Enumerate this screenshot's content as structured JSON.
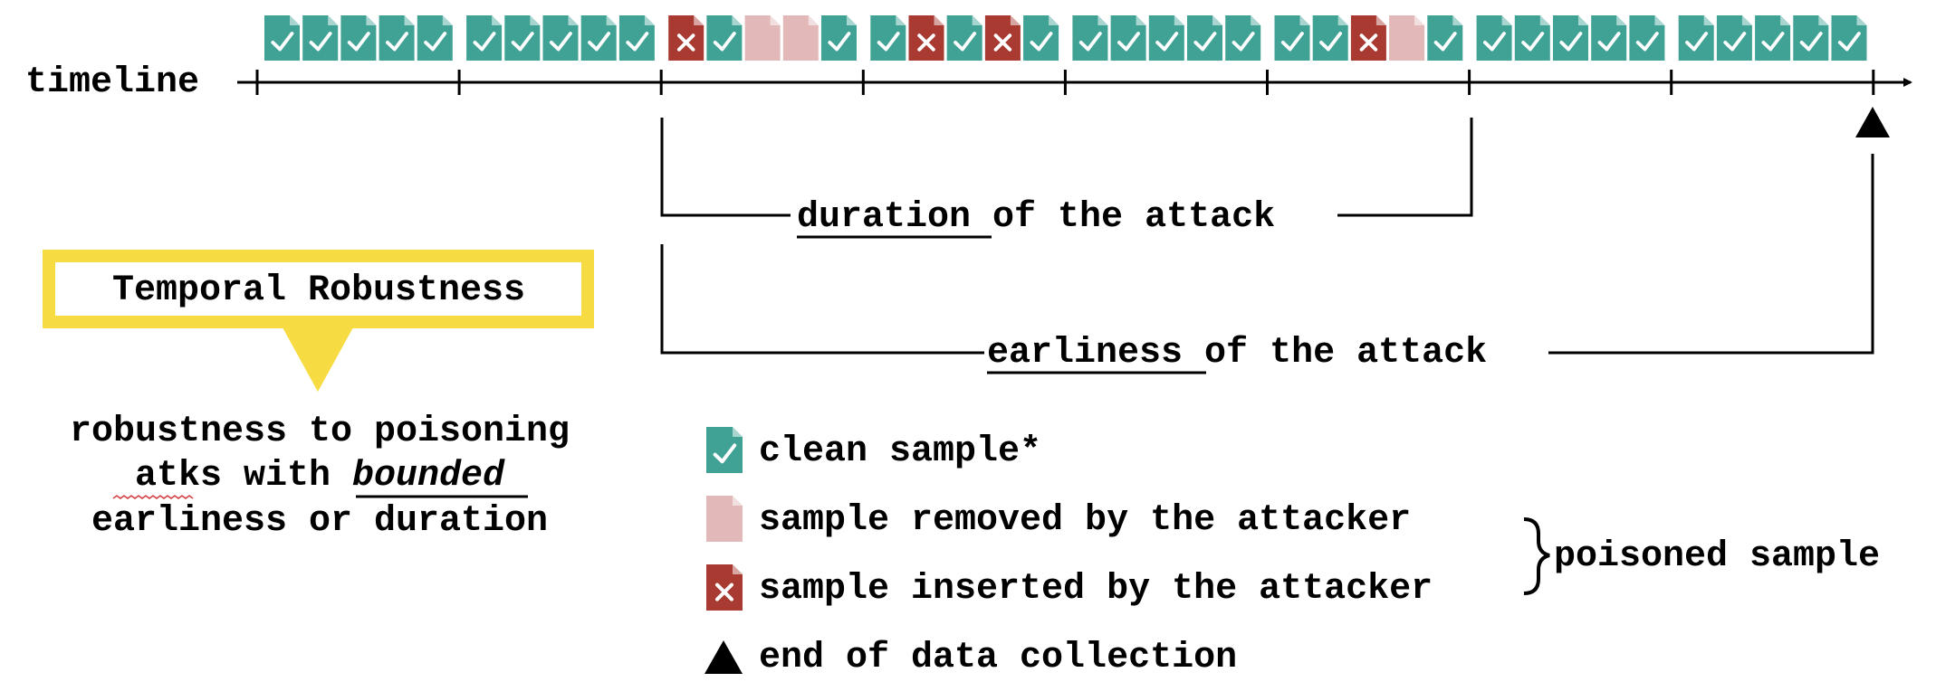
{
  "colors": {
    "clean": "#3fa295",
    "removed": "#e2b9b8",
    "inserted": "#a83a32",
    "callout": "#f6dc42",
    "line": "#000000"
  },
  "timeline": {
    "label": "timeline",
    "samples": "CCCCC|CCCCC|ICRRC|CICIC|CCCCC|CCIRC|CCCCC|CCCCC"
  },
  "duration_label": {
    "emph": "duration",
    "rest": " of the attack"
  },
  "earliness_label": {
    "emph": "earliness",
    "rest": " of the attack"
  },
  "callout": {
    "title": "Temporal Robustness",
    "line1": "robustness to poisoning",
    "line2_a": "atks",
    "line2_b": " with ",
    "line2_c": "bounded",
    "line3": "earliness or duration"
  },
  "legend": {
    "clean": "clean sample*",
    "removed": "sample removed  by the attacker",
    "inserted": "sample inserted by the attacker",
    "end": "end of data collection",
    "poisoned": "poisoned sample"
  }
}
